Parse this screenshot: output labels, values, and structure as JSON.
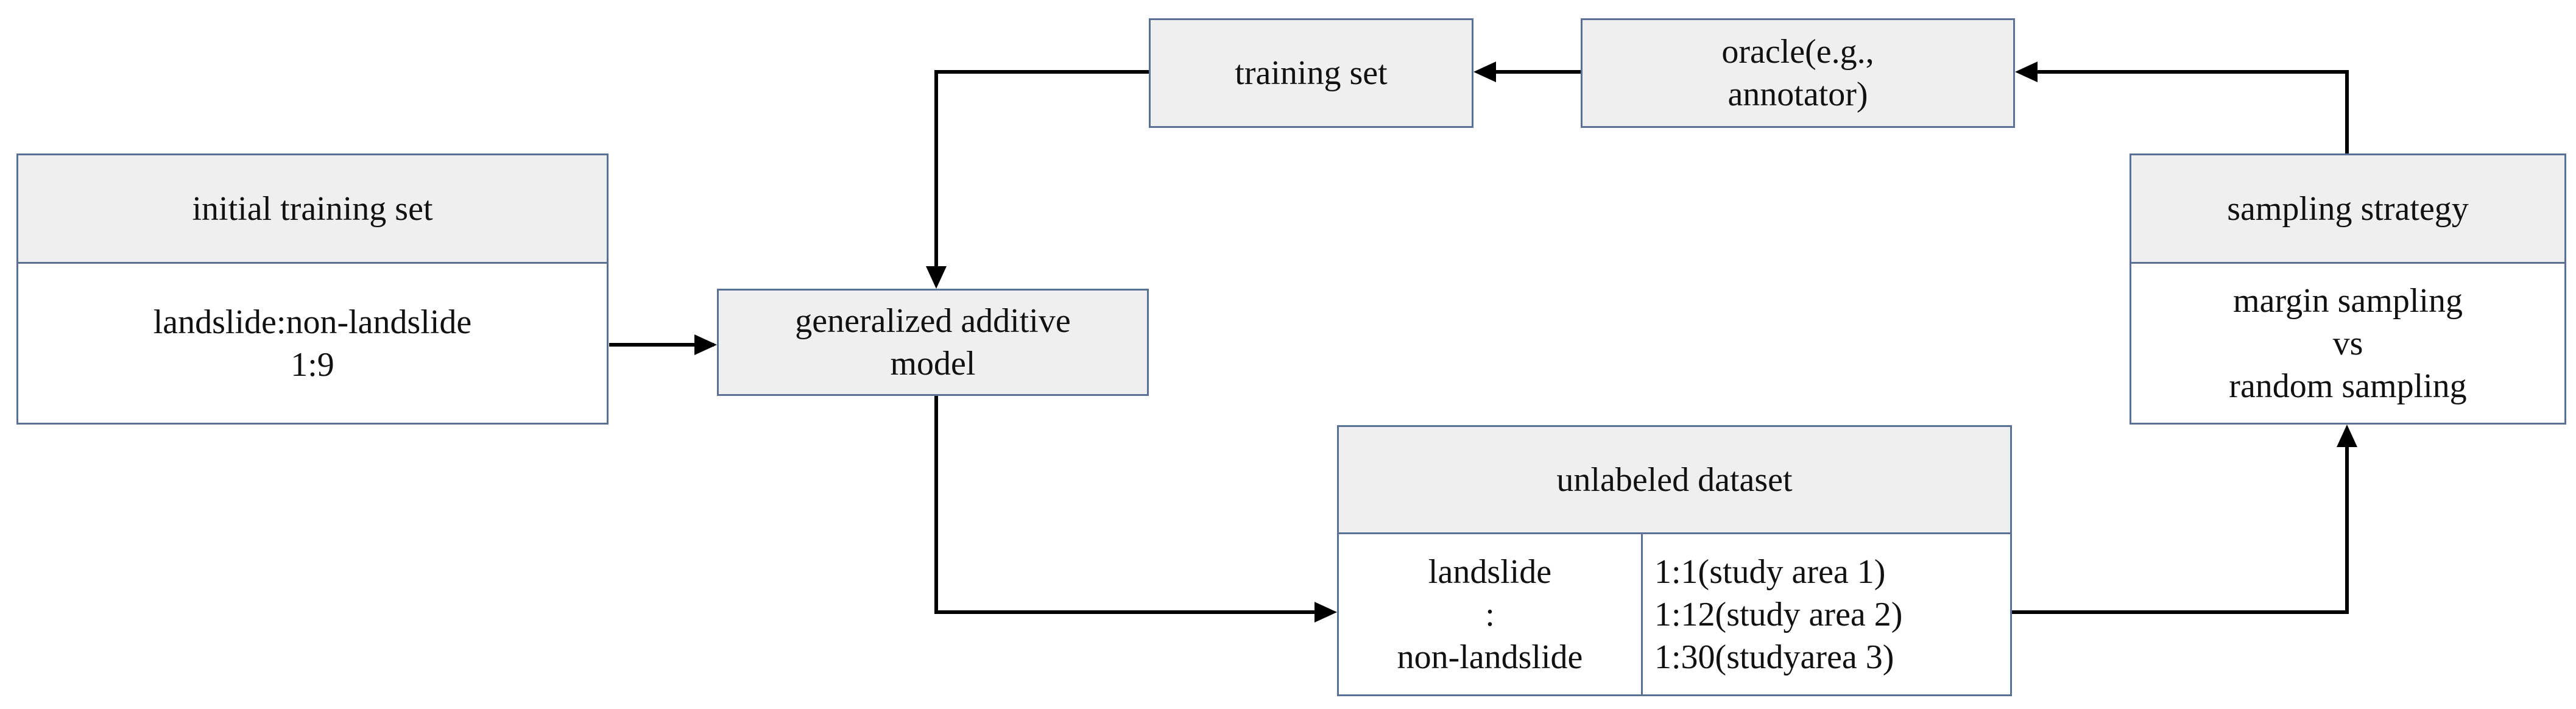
{
  "nodes": {
    "initial_training_set": {
      "title": "initial training set",
      "body_line1": "landslide:non-landslide",
      "body_line2": "1:9"
    },
    "generalized_additive_model": {
      "line1": "generalized additive",
      "line2": "model"
    },
    "training_set": {
      "label": "training set"
    },
    "oracle": {
      "line1": "oracle(e.g.,",
      "line2": "annotator)"
    },
    "sampling_strategy": {
      "title": "sampling strategy",
      "line1": "margin sampling",
      "line2": "vs",
      "line3": "random sampling"
    },
    "unlabeled_dataset": {
      "title": "unlabeled dataset",
      "left": [
        "landslide",
        ":",
        "non-landslide"
      ],
      "right": [
        "1:1(study area 1)",
        "1:12(study area 2)",
        "1:30(studyarea 3)"
      ]
    }
  },
  "colors": {
    "border": "#5a7094",
    "fill": "#efefef",
    "arrow": "#000000"
  }
}
